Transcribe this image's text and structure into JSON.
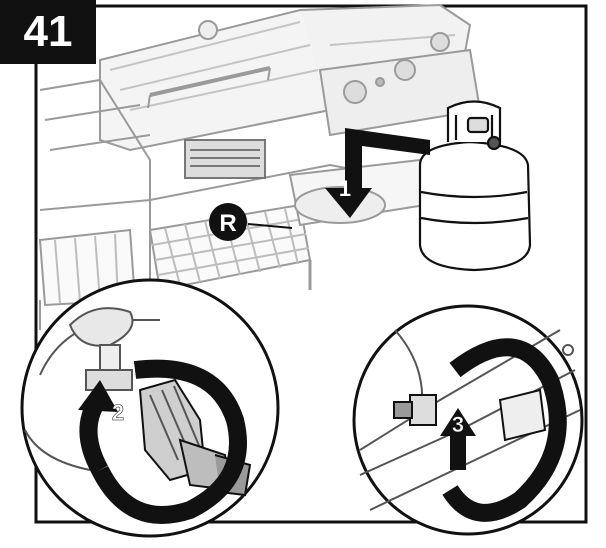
{
  "step": {
    "number": "41"
  },
  "callouts": {
    "part_r": "R",
    "step_1": "1",
    "step_2": "2",
    "step_3": "3"
  },
  "colors": {
    "ink": "#111111",
    "paper": "#ffffff",
    "line_gray": "#9a9a9a",
    "fill_gray": "#d9d9d9"
  },
  "icons": {
    "arrow_1": "down-arrow-icon",
    "arrow_2": "rotate-arrow-icon",
    "arrow_3": "rotate-arrow-icon"
  }
}
